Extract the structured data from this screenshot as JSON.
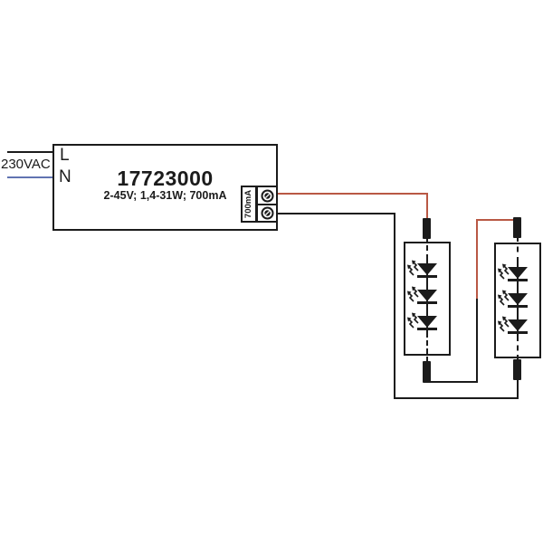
{
  "diagram": {
    "mains_label": "230VAC",
    "driver": {
      "live_label": "L",
      "neutral_label": "N",
      "model": "17723000",
      "specs": "2-45V; 1,4-31W; 700mA",
      "output_label": "700mA"
    },
    "modules": {
      "count": 2,
      "leds_per_module": 3
    },
    "colors": {
      "line": "#1b1b1b",
      "wire_red": "#b95844",
      "wire_blue": "#6073b1"
    }
  }
}
